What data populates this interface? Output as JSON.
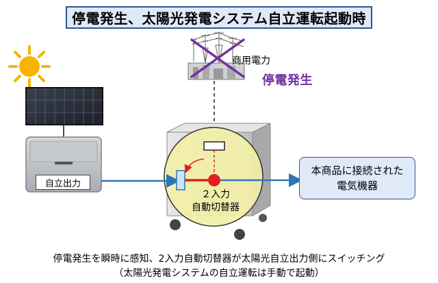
{
  "title": "停電発生、太陽光発電システム自立運転起動時",
  "grid": {
    "label": "商用電力",
    "status": "停電発生",
    "status_color": "#7030a0",
    "icon": "power-plant-icon"
  },
  "solar": {
    "sun_icon": "sun-icon",
    "panel_icon": "solar-panel-icon",
    "inverter_icon": "power-conditioner-icon",
    "output_label": "自立出力"
  },
  "switch": {
    "label_line1": "２入力",
    "label_line2": "自動切替器"
  },
  "product": {
    "line1": "本商品に接続された",
    "line2": "電気機器"
  },
  "caption": {
    "line1": "停電発生を瞬時に感知、2入力自動切替器が太陽光自立出力側にスイッチング",
    "line2": "（太陽光発電システムの自立運転は手動で起動）"
  },
  "colors": {
    "flow_arrow": "#2e75b6",
    "switch_red": "#e02020",
    "highlight_circle": "#f3f0a8",
    "cross": "#7030a0"
  }
}
